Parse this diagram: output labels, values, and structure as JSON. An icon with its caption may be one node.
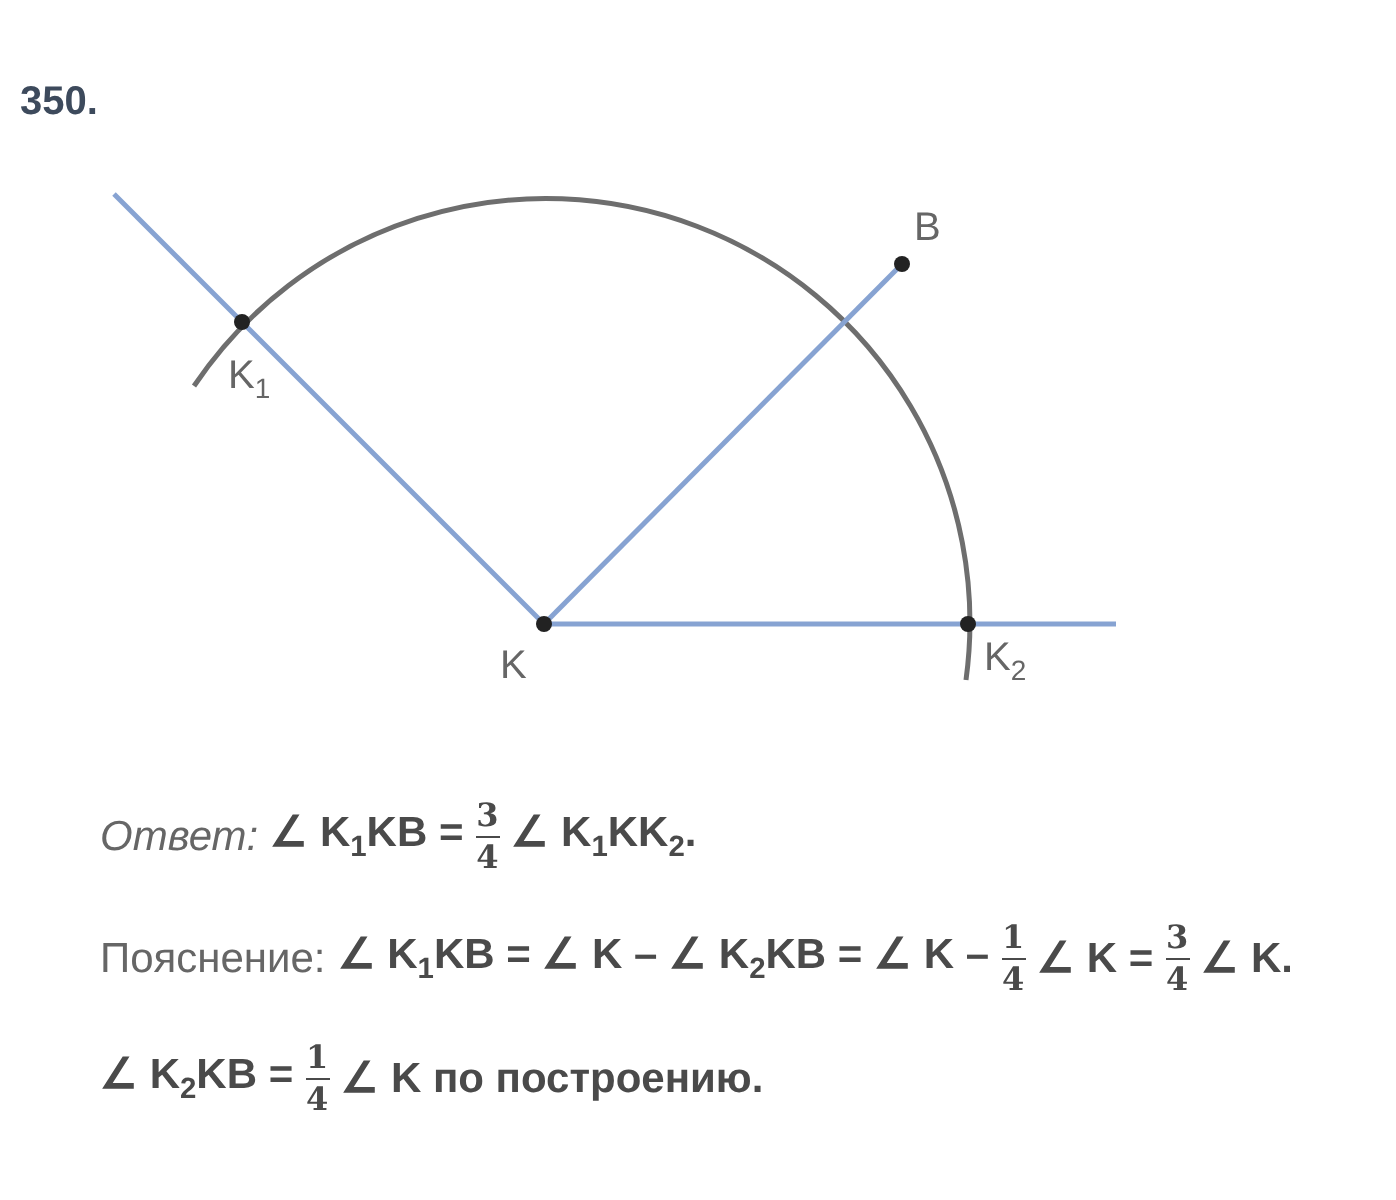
{
  "diagram": {
    "labels": [
      "350.",
      "B",
      "K$_{1}$",
      "K",
      "K$_{2}$",
      "Ответ:",
      "∠ K$_{1}$KB =",
      "3",
      "4",
      "∠ K$_{1}$KK$_{2}$.",
      "Пояснение:",
      "∠ K$_{1}$KB = ∠ K – ∠ K$_{2}$KB = ∠ K –",
      "1",
      "4",
      "∠ K =",
      "3",
      "4",
      "∠ K.",
      "∠ K$_{2}$KB =",
      "1",
      "4",
      "∠ K по построению."
    ]
  }
}
